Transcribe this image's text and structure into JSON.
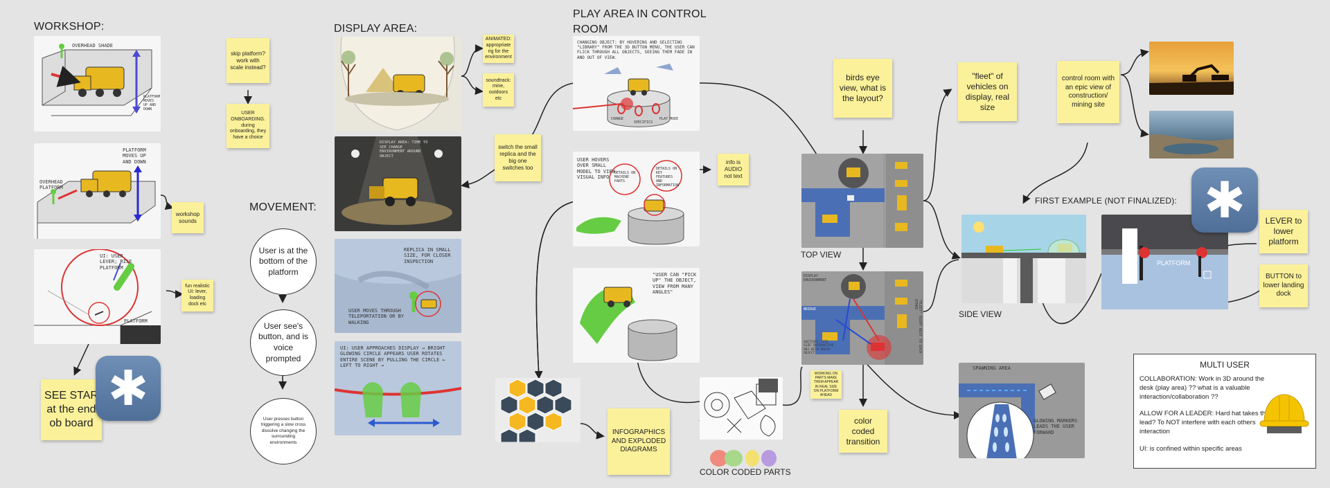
{
  "headings": {
    "workshop": "WORKSHOP:",
    "display_area": "DISPLAY AREA:",
    "play_area_line1": "PLAY AREA IN CONTROL",
    "play_area_line2": "ROOM",
    "movement": "MOVEMENT:",
    "first_example": "FIRST EXAMPLE (NOT FINALIZED):"
  },
  "captions": {
    "top_view": "TOP VIEW",
    "side_view": "SIDE VIEW",
    "color_coded_parts": "COLOR CODED PARTS",
    "platform_label": "PLATFORM"
  },
  "stickies": {
    "skip_platform": "skip platform? work with scale instead?",
    "user_onboarding": "USER ONBOARDING. during onboarding, they have a choice",
    "workshop_sounds": "workshop sounds",
    "fun_realistic": "fun realistic UI: lever, loading dock etc",
    "see_star": "SEE STAR at the end ob board",
    "animated": "ANIMATED: appropriate rig for the environment",
    "soundtrack": "soundtrack: mine, outdoors etc",
    "switch_replica": "switch the small replica and the big one switches too",
    "info_audio": "info is AUDIO not text",
    "infographics": "INFOGRAPHICS AND EXPLODED DIAGRAMS",
    "birds_eye": "birds eye view, what is the layout?",
    "fleet": "\"fleet\" of vehicles on display, real size",
    "control_room": "control room with an epic view of construction/ mining site",
    "working_on_parts": "WORKING ON PARTS MAKE THEM APPEAR IN REAL SIZE ON PLATFORM AHEAD",
    "color_coded_transition": "color coded transition",
    "lever": "LEVER to lower platform",
    "button_lower": "BUTTON to lower landing dock"
  },
  "movement": {
    "step1": "User is at the bottom of the platform",
    "step2": "User see's button, and is voice prompted",
    "step3": "User presses button triggering a slow cross dissolve changing the surrounding environments"
  },
  "sketch_notes": {
    "ws1": "overhead shade",
    "ws1b": "PLATFORM MOVES UP AND DOWN",
    "ws2": "PLATFORM MOVES UP AND DOWN",
    "ws2b": "OVERHEAD PLATFORM",
    "ws3": "UI: USER LEVER; RISE PLATFORM",
    "ws3b": "PLATFORM",
    "da2": "DISPLAY AREA: TIME TO SEE CHANGE ENVIRONMENT AROUND OBJECT",
    "da3": "REPLICA IN SMALL SIZE, FOR CLOSER INSPECTION",
    "da3b": "USER MOVES THROUGH TELEPORTATION OR BY WALKING",
    "da4": "UI: USER APPROACHES DISPLAY → BRIGHT GLOWING CIRCLE APPEARS USER ROTATES ENTIRE SCENE BY PULLING THE CIRCLE ← LEFT TO RIGHT →",
    "pa1": "CHANGING OBJECT: BY HOVERING AND SELECTING \"LIBRARY\" FROM THE 3D BUTTON MENU, THE USER CAN FLICK THROUGH ALL OBJECTS, SEEING THEM FADE IN AND OUT OF VIEW.",
    "pa1b": "CHANGE",
    "pa1c": "SPECIFICS",
    "pa1d": "PLAY MODE",
    "pa2": "USER HOVERS OVER SMALL MODEL TO VIEW VISUAL INFO",
    "pa2b": "DETAILS ON MACHINE PARTS",
    "pa2c": "DETAILS ON KEY FEATURES AND INFORMATION",
    "pa3": "\"USER CAN \"PICK UP\" THE OBJECT, VIEW FROM MANY ANGLES\"",
    "tv": "DISPLAY ENVIRONMENT",
    "tvb": "\"FLEET\" RIGHT NEXT TO EACH OTHER",
    "tvc": "BRIDGE",
    "tvd": "SWITCHES LIFE SIZE INTERACTIVE OBJ WITH SOLID OBJECT",
    "sa": "SPAWNING AREA",
    "sab": "GLOWING MARKERS LEADS THE USER FORWARD"
  },
  "multi_user": {
    "title": "MULTI USER",
    "collaboration": "COLLABORATION: Work in 3D around the desk (play area) ?? what is a valuable interaction/collaboration ??",
    "leader": "ALLOW FOR A LEADER: Hard hat takes the lead? To NOT interfere with each others interaction",
    "ui": "UI: is confined within specific areas"
  },
  "icons": {
    "star_badge": "asterisk-icon",
    "hard_hat": "hard-hat-icon"
  },
  "colors": {
    "sticky": "#fbf19a",
    "board": "#e4e4e4",
    "star_blue": "#5a7aa5",
    "truck_yellow": "#e8b820",
    "highlight_green": "#66cc44",
    "highlight_red": "#d33",
    "ui_blue": "#4a6fb5"
  },
  "star_symbol": "✱"
}
